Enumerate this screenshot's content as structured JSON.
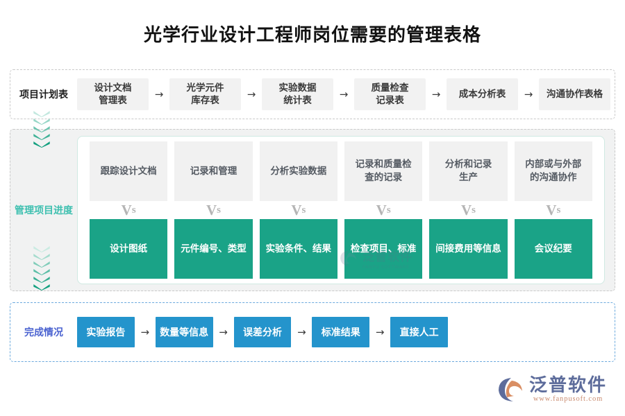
{
  "title": "光学行业设计工程师岗位需要的管理表格",
  "colors": {
    "green": "#1aa387",
    "blue": "#2494cc",
    "teal_label": "#3fc0b0",
    "purple_label": "#4a62d0",
    "gray_box": "#f1f1f1",
    "panel_gray": "#f1f2f2"
  },
  "plan_row": {
    "label": "项目计划表",
    "arrow": "→",
    "boxes": [
      "设计文档\n管理表",
      "光学元件\n库存表",
      "实验数据\n统计表",
      "质量检查\n记录表",
      "成本分析表",
      "沟通协作表格"
    ]
  },
  "middle_row": {
    "label": "管理项目进度",
    "vs_label": "Vs",
    "vs_v": "V",
    "vs_s": "s",
    "columns": [
      {
        "top": "跟踪设计文档",
        "bottom": "设计图纸"
      },
      {
        "top": "记录和管理",
        "bottom": "元件编号、类型"
      },
      {
        "top": "分析实验数据",
        "bottom": "实验条件、结果"
      },
      {
        "top": "记录和质量检\n查的记录",
        "bottom": "检查项目、标准"
      },
      {
        "top": "分析和记录\n生产",
        "bottom": "间接费用等信息"
      },
      {
        "top": "内部或与外部\n的沟通协作",
        "bottom": "会议纪要"
      }
    ]
  },
  "done_row": {
    "label": "完成情况",
    "arrow": "→",
    "boxes": [
      "实验报告",
      "数量等信息",
      "误差分析",
      "标准结果",
      "直接人工"
    ]
  },
  "chevrons": {
    "group_one_count": 5,
    "group_two_count": 6
  },
  "watermark": {
    "cn": "泛普软件",
    "en": "FANPU SOFTWARE"
  },
  "logo": {
    "cn": "泛普软件",
    "en": "www.fanpusoft.com"
  }
}
